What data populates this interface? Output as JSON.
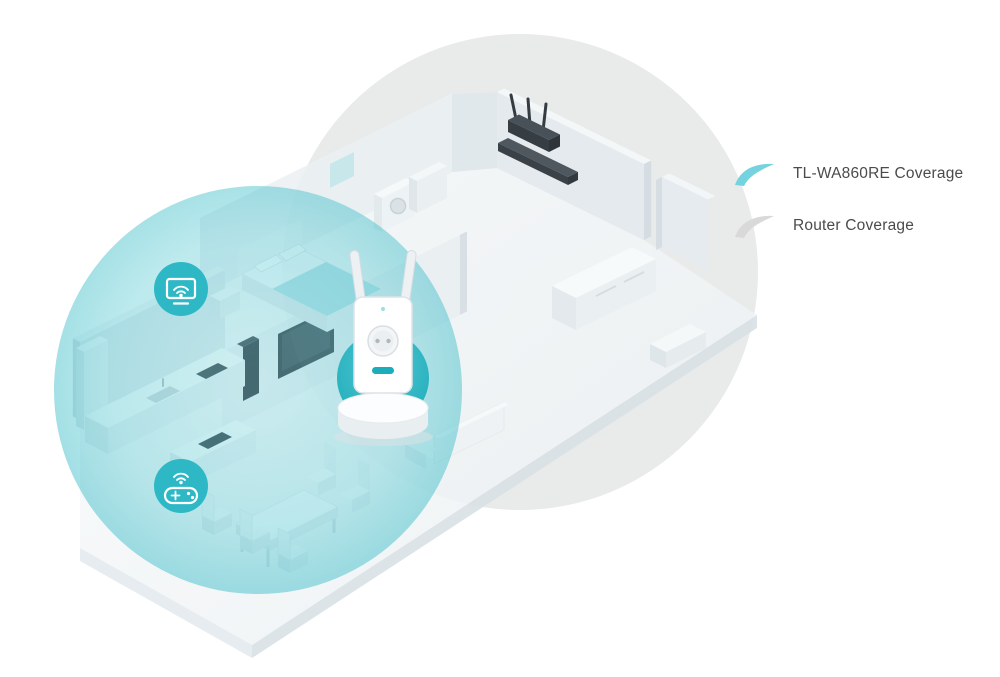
{
  "legend": {
    "items": [
      {
        "id": "extender-coverage",
        "label": "TL-WA860RE Coverage",
        "swatch_color": "#74d3de"
      },
      {
        "id": "router-coverage",
        "label": "Router Coverage",
        "swatch_color": "#d9d9d9"
      }
    ]
  },
  "colors": {
    "background": "#ffffff",
    "router_coverage_fill": "#ededed",
    "extender_coverage_accent": "#2eb8c5",
    "extender_disc_fill": "#2bb5c2",
    "legend_text": "#4b4b4b",
    "dark_device": "#3d444b"
  },
  "icons": [
    {
      "name": "tv-wifi-icon"
    },
    {
      "name": "gamepad-wifi-icon"
    },
    {
      "name": "extender-coverage-swoosh-icon"
    },
    {
      "name": "router-coverage-swoosh-icon"
    }
  ],
  "devices": [
    {
      "name": "wifi-router"
    },
    {
      "name": "tl-wa860re-extender"
    }
  ]
}
